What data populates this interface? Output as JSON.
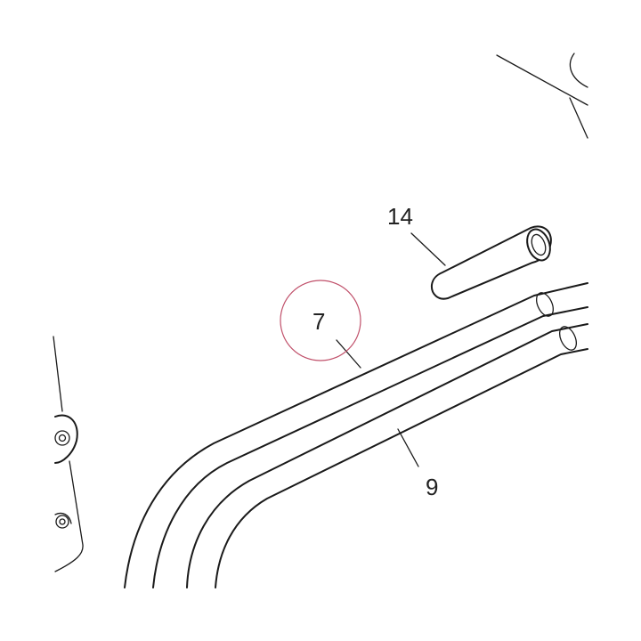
{
  "callouts": [
    {
      "label": "14"
    },
    {
      "label": "7"
    },
    {
      "label": "9"
    }
  ],
  "highlight_color": "#c0506a",
  "line_color": "#1a1a1a"
}
